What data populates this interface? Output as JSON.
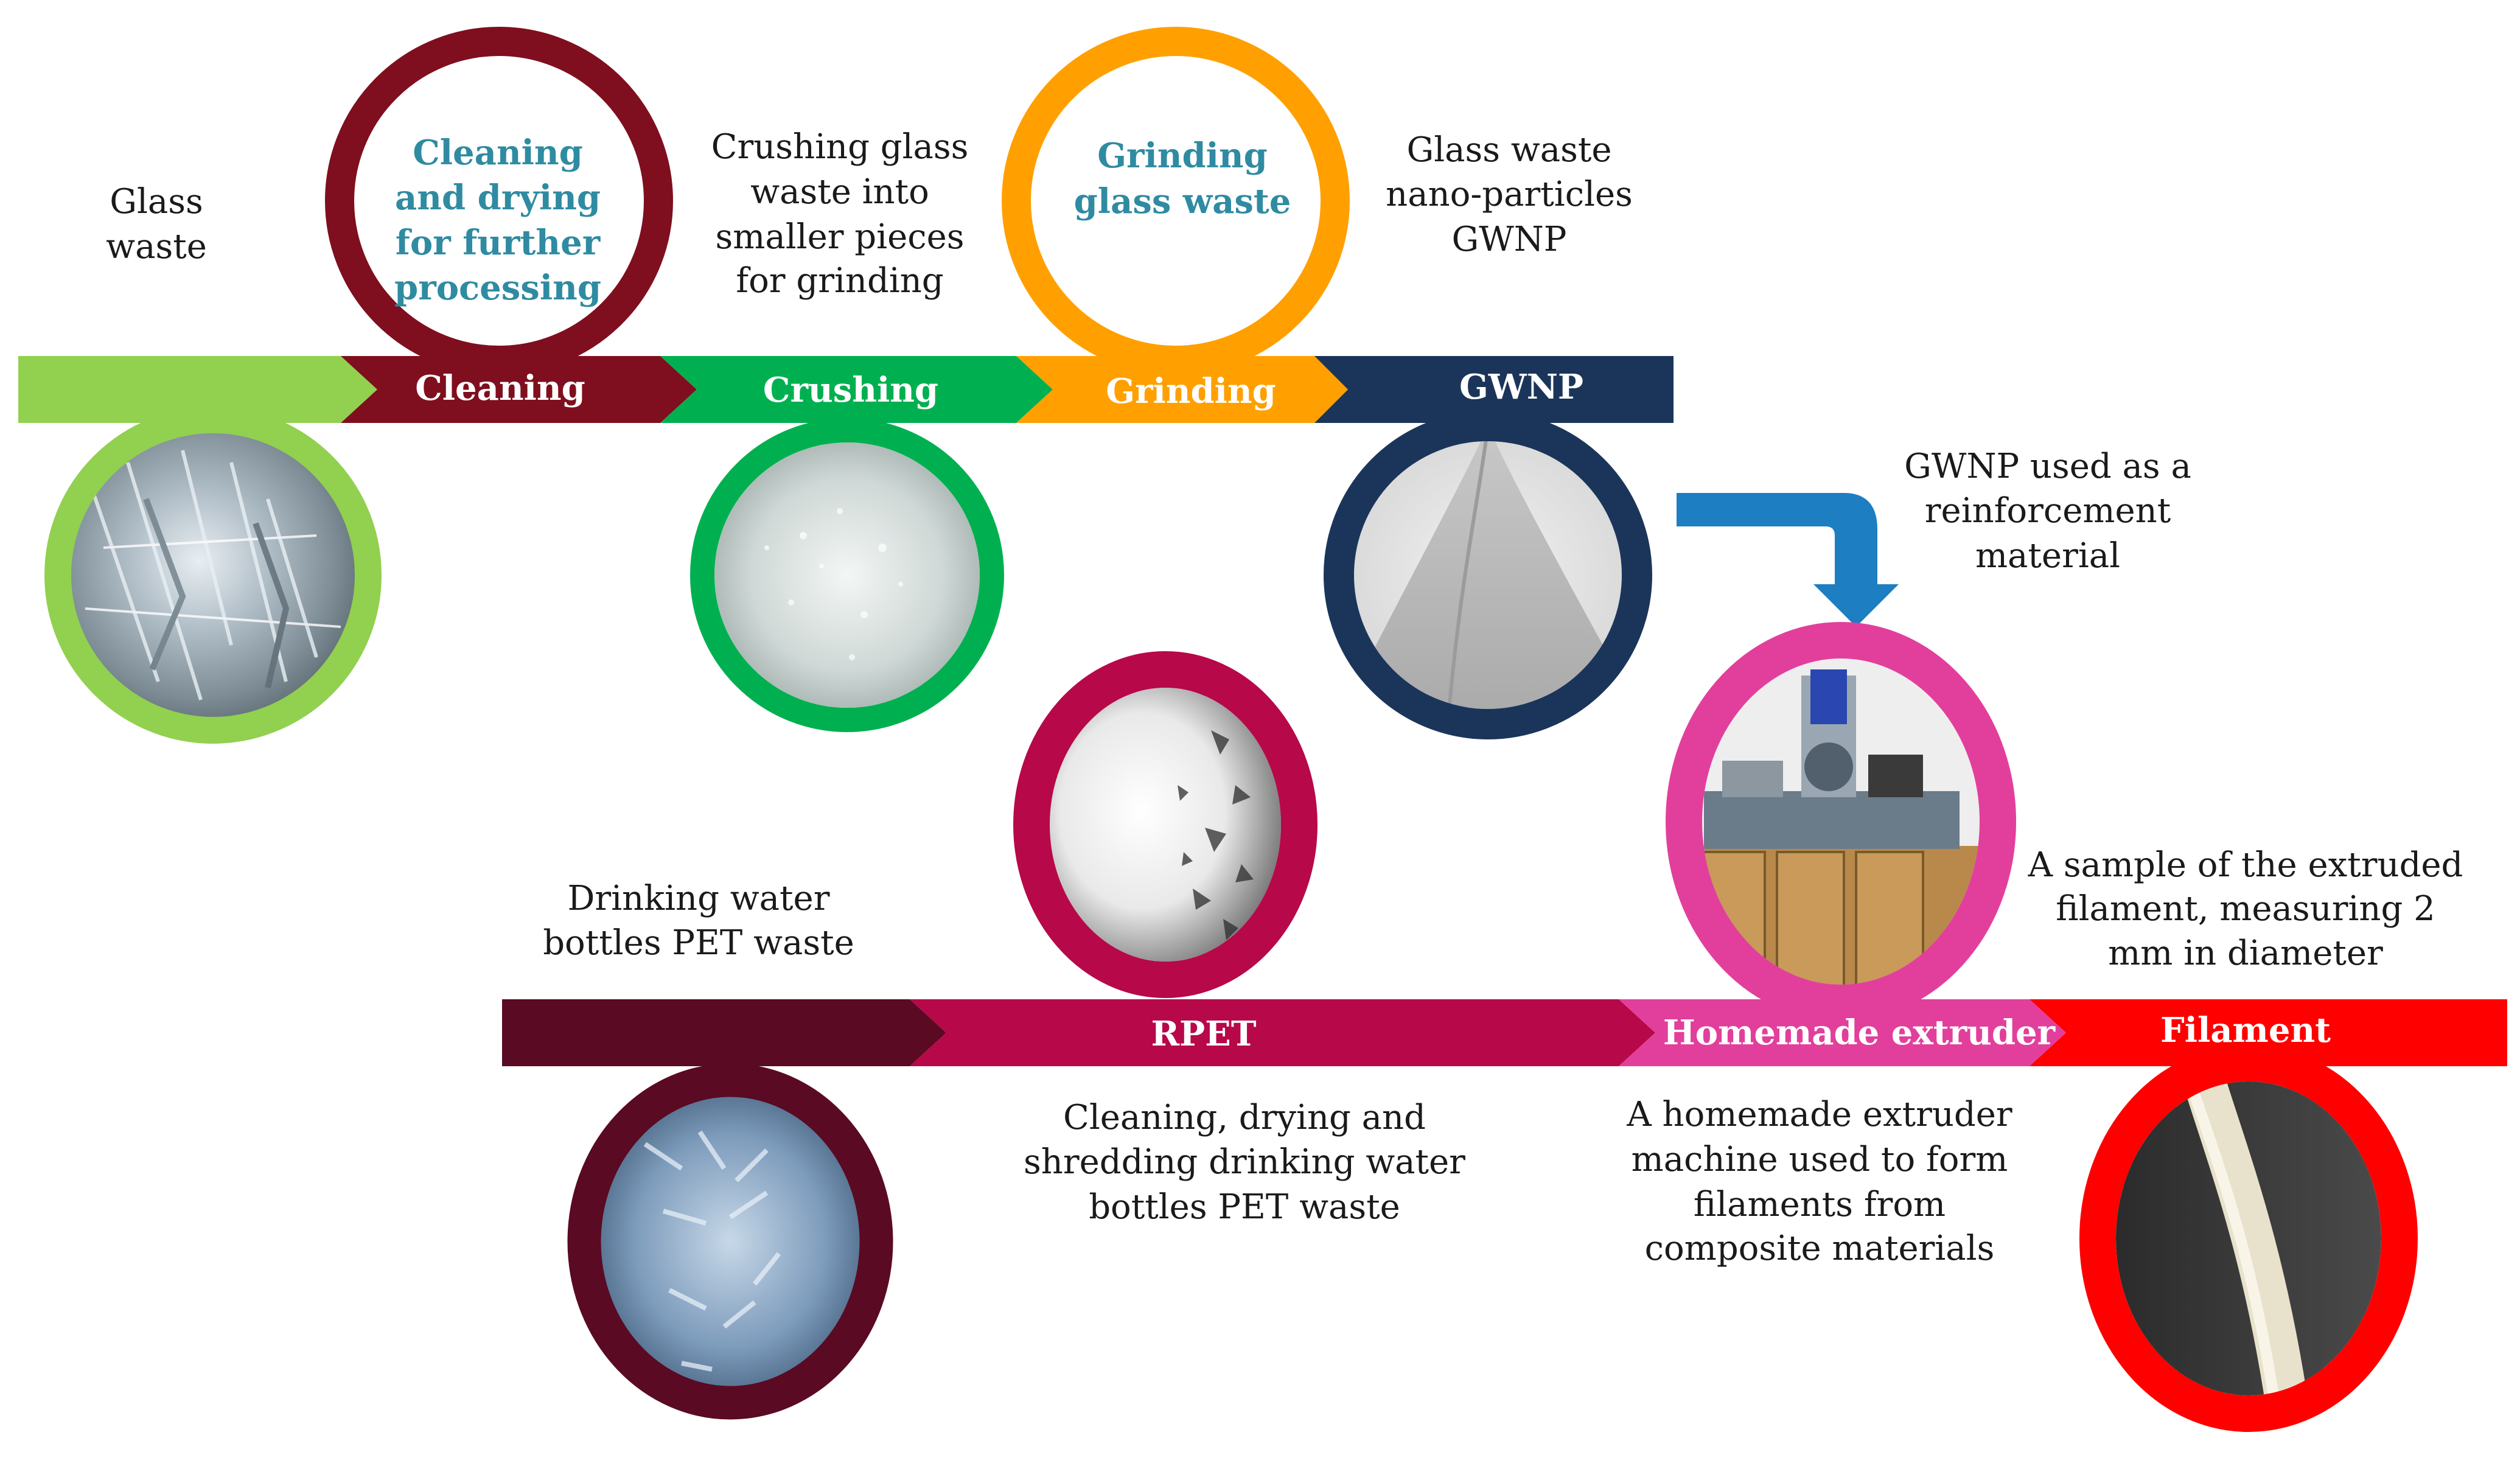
{
  "colors": {
    "glass_green": "#92d050",
    "cleaning_maroon": "#7f0f1e",
    "crushing_green": "#00b050",
    "grinding_orange": "#ffa000",
    "gwnp_navy": "#1b355a",
    "pet_dark": "#5a0a22",
    "rpet_crimson": "#b7084a",
    "extruder_pink": "#e23f9c",
    "filament_red": "#ff0000",
    "arrow_blue": "#1d7ec2",
    "teal_text": "#2f8ba1"
  },
  "top_row": {
    "glass_waste_label": [
      "Glass",
      "waste"
    ],
    "cleaning_circle_text": [
      "Cleaning",
      "and drying",
      "for further",
      "processing"
    ],
    "crushing_desc": [
      "Crushing glass",
      "waste into",
      "smaller pieces",
      "for grinding"
    ],
    "grinding_circle_text": [
      "Grinding",
      "glass waste"
    ],
    "gwnp_desc": [
      "Glass waste",
      "nano-particles",
      "GWNP"
    ],
    "band_labels": {
      "cleaning": "Cleaning",
      "crushing": "Crushing",
      "grinding": "Grinding",
      "gwnp": "GWNP"
    }
  },
  "reinforcement_note": [
    "GWNP used as a",
    "reinforcement",
    "material"
  ],
  "bottom_row": {
    "pet_waste_label": [
      "Drinking water",
      "bottles PET  waste"
    ],
    "band_labels": {
      "rpet": "RPET",
      "extruder": "Homemade extruder",
      "filament": "Filament"
    },
    "rpet_desc": [
      "Cleaning, drying and",
      "shredding drinking water",
      "bottles PET  waste"
    ],
    "extruder_desc": [
      "A homemade extruder",
      "machine used to form",
      "filaments from",
      "composite materials"
    ],
    "filament_desc": [
      "A sample of the extruded",
      "filament, measuring 2",
      "mm in diameter"
    ]
  },
  "photos": {
    "glass_waste": "glass-shards-photo",
    "crushed_glass": "crushed-glass-photo",
    "gwnp_powder": "powder-pile-photo",
    "rpet_flakes": "pet-flakes-photo",
    "pet_bottles": "pet-bottles-photo",
    "extruder_machine": "extruder-photo",
    "filament_sample": "filament-photo"
  }
}
